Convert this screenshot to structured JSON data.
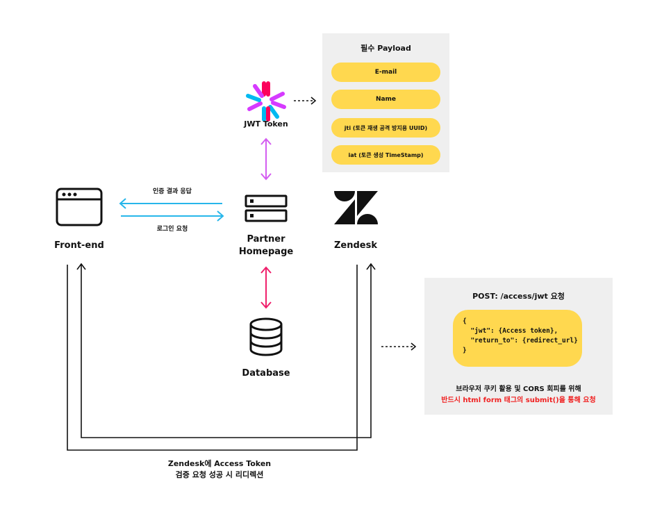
{
  "nodes": {
    "jwt_token": "JWT Token",
    "frontend": "Front-end",
    "partner_line1": "Partner",
    "partner_line2": "Homepage",
    "zendesk": "Zendesk",
    "database": "Database"
  },
  "payload_panel": {
    "title": "필수 Payload",
    "items": [
      "E-mail",
      "Name",
      "jti (토큰 재생 공격 방지용 UUID)",
      "iat (토큰 생성 TimeStamp)"
    ]
  },
  "arrows": {
    "auth_response": "인증 결과 응답",
    "login_request": "로그인 요청"
  },
  "request_panel": {
    "title": "POST: /access/jwt 요청",
    "code_lines": [
      "{",
      "  \"jwt\": {Access token},",
      "  \"return_to\": {redirect_url}",
      "}"
    ],
    "note_line1": "브라우저 쿠키 활용 및 CORS 회피를 위해",
    "note_line2": "반드시 html form 태그의 submit()을 통해 요청"
  },
  "bottom_caption": {
    "line1": "Zendesk에 Access Token",
    "line2": "검증 요청 성공 시 리디렉션"
  },
  "colors": {
    "panel_bg": "#efefef",
    "pill": "#ffd84f",
    "arrow_blue": "#27b6ea",
    "arrow_purple": "#d35cf0",
    "arrow_pink": "#ef1f6b",
    "warning_text": "#f02020"
  }
}
